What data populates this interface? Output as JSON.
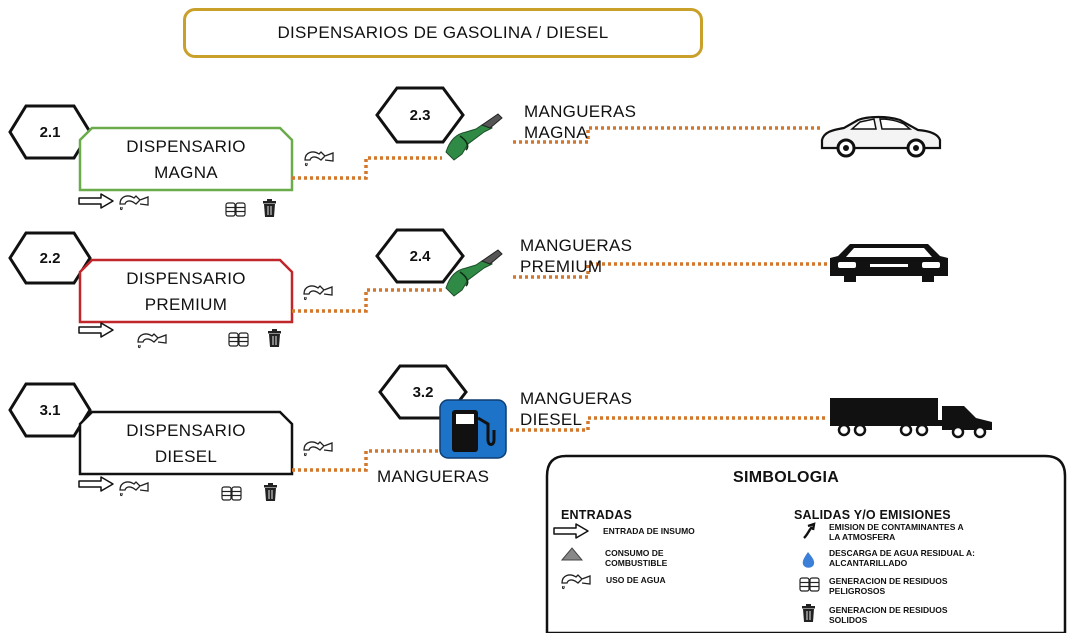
{
  "title": "DISPENSARIOS DE GASOLINA / DIESEL",
  "rows": [
    {
      "dispenser_id": "2.1",
      "dispenser_line1": "DISPENSARIO",
      "dispenser_line2": "MAGNA",
      "border_color": "#6aab4a",
      "hose_id": "2.3",
      "hose_line1": "MANGUERAS",
      "hose_line2": "MAGNA",
      "vehicle": "car-sport-icon"
    },
    {
      "dispenser_id": "2.2",
      "dispenser_line1": "DISPENSARIO",
      "dispenser_line2": "PREMIUM",
      "border_color": "#c0262a",
      "hose_id": "2.4",
      "hose_line1": "MANGUERAS",
      "hose_line2": "PREMIUM",
      "vehicle": "car-front-icon"
    },
    {
      "dispenser_id": "3.1",
      "dispenser_line1": "DISPENSARIO",
      "dispenser_line2": "DIESEL",
      "border_color": "#111111",
      "hose_id": "3.2",
      "hose_line1": "MANGUERAS",
      "hose_line2": "DIESEL",
      "hose_caption": "MANGUERAS",
      "vehicle": "truck-icon"
    }
  ],
  "connector_color": "#d2772c",
  "legend": {
    "title": "SIMBOLOGIA",
    "inputs_header": "ENTRADAS",
    "outputs_header": "SALIDAS Y/O EMISIONES",
    "inputs": [
      {
        "icon": "arrow-outline-icon",
        "line1": "ENTRADA DE INSUMO",
        "line2": ""
      },
      {
        "icon": "triangle-icon",
        "line1": "CONSUMO DE",
        "line2": "COMBUSTIBLE"
      },
      {
        "icon": "faucet-icon",
        "line1": "USO DE AGUA",
        "line2": ""
      }
    ],
    "outputs": [
      {
        "icon": "emission-arrow-icon",
        "line1": "EMISION DE CONTAMINANTES A",
        "line2": "LA ATMOSFERA"
      },
      {
        "icon": "water-drop-icon",
        "line1": "DESCARGA DE AGUA RESIDUAL A:",
        "line2": "ALCANTARILLADO"
      },
      {
        "icon": "barrels-icon",
        "line1": "GENERACION DE RESIDUOS",
        "line2": "PELIGROSOS"
      },
      {
        "icon": "trash-can-icon",
        "line1": "GENERACION DE RESIDUOS",
        "line2": "SOLIDOS"
      }
    ],
    "accent_drop": "#3b7fd9"
  }
}
